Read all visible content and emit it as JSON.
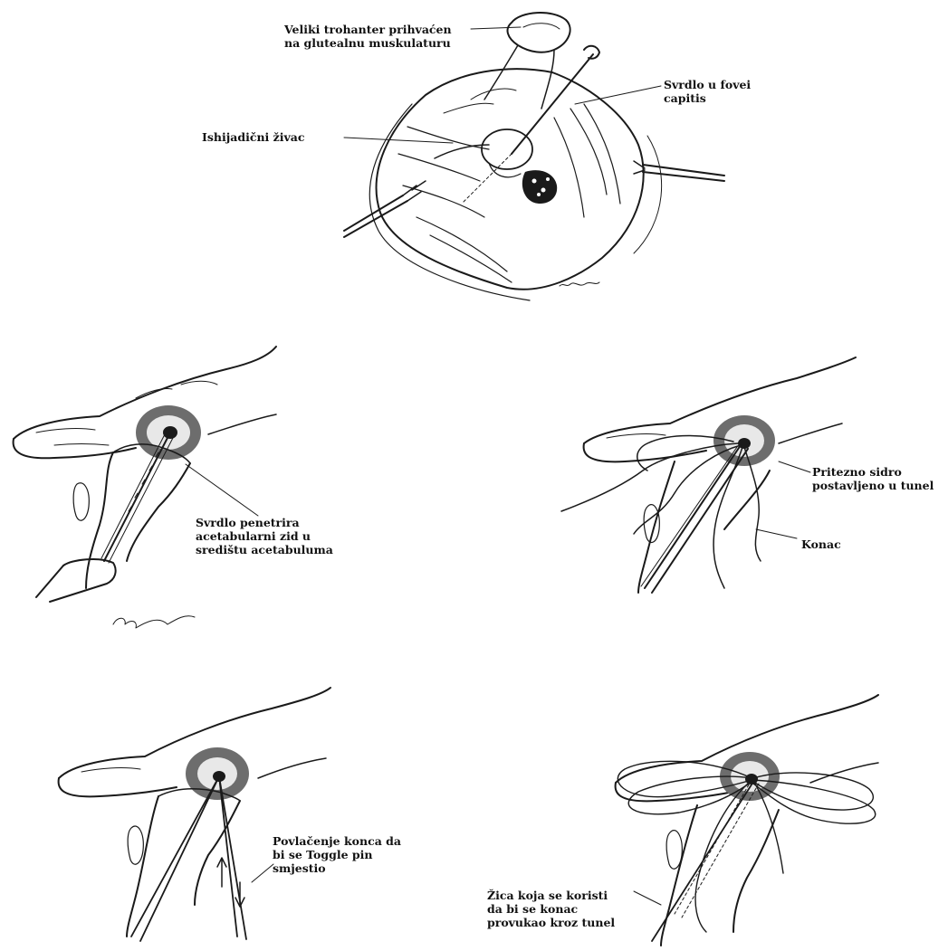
{
  "panels": {
    "top": {
      "label_trochanter": [
        "Veliki trohanter prihvaćen",
        "na glutealnu muskulaturu"
      ],
      "label_drill_fovea": [
        "Svrdlo u fovei",
        "capitis"
      ],
      "label_sciatic": [
        "Ishijadični živac"
      ]
    },
    "middle_left": {
      "label_drill_penetrates": [
        "Svrdlo penetrira",
        "acetabularni zid u",
        "središtu acetabuluma"
      ]
    },
    "middle_right": {
      "label_anchor": [
        "Pritezno sidro",
        "postavljeno u tunel"
      ],
      "label_thread": [
        "Konac"
      ]
    },
    "bottom_left": {
      "label_pulling": [
        "Povlačenje konca da",
        "bi se Toggle pin",
        "smjestio"
      ]
    },
    "bottom_right": {
      "label_wire": [
        "Žica koja se koristi",
        "da bi se konac",
        "provukao kroz tunel"
      ]
    }
  },
  "colors": {
    "ink": "#1a1a1a",
    "background": "#ffffff"
  }
}
